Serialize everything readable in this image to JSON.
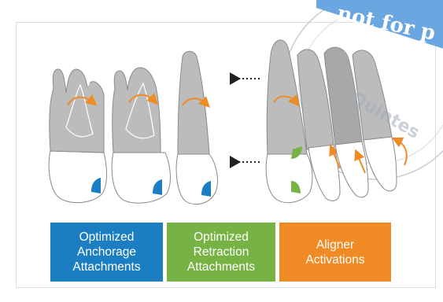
{
  "legend": {
    "anchorage": {
      "label": "Optimized\nAnchorage\nAttachments",
      "color": "#1b7ec2"
    },
    "retraction": {
      "label": "Optimized\nRetraction\nAttachments",
      "color": "#77b244"
    },
    "activations": {
      "label": "Aligner\nActivations",
      "color": "#f08a24"
    }
  },
  "colors": {
    "root": "#bcbcbc",
    "crown": "#ffffff",
    "outline": "#8a8a8a",
    "arrow": "#f08a24",
    "blue_attachment": "#1b7ec2",
    "green_attachment": "#77b244",
    "dotted_arrow": "#222222",
    "watermark_banner": "#6aa7e0",
    "watermark_ring": "#c7cdd6"
  },
  "watermark": {
    "banner_text": "not for p",
    "ring_text": "Quintes"
  }
}
